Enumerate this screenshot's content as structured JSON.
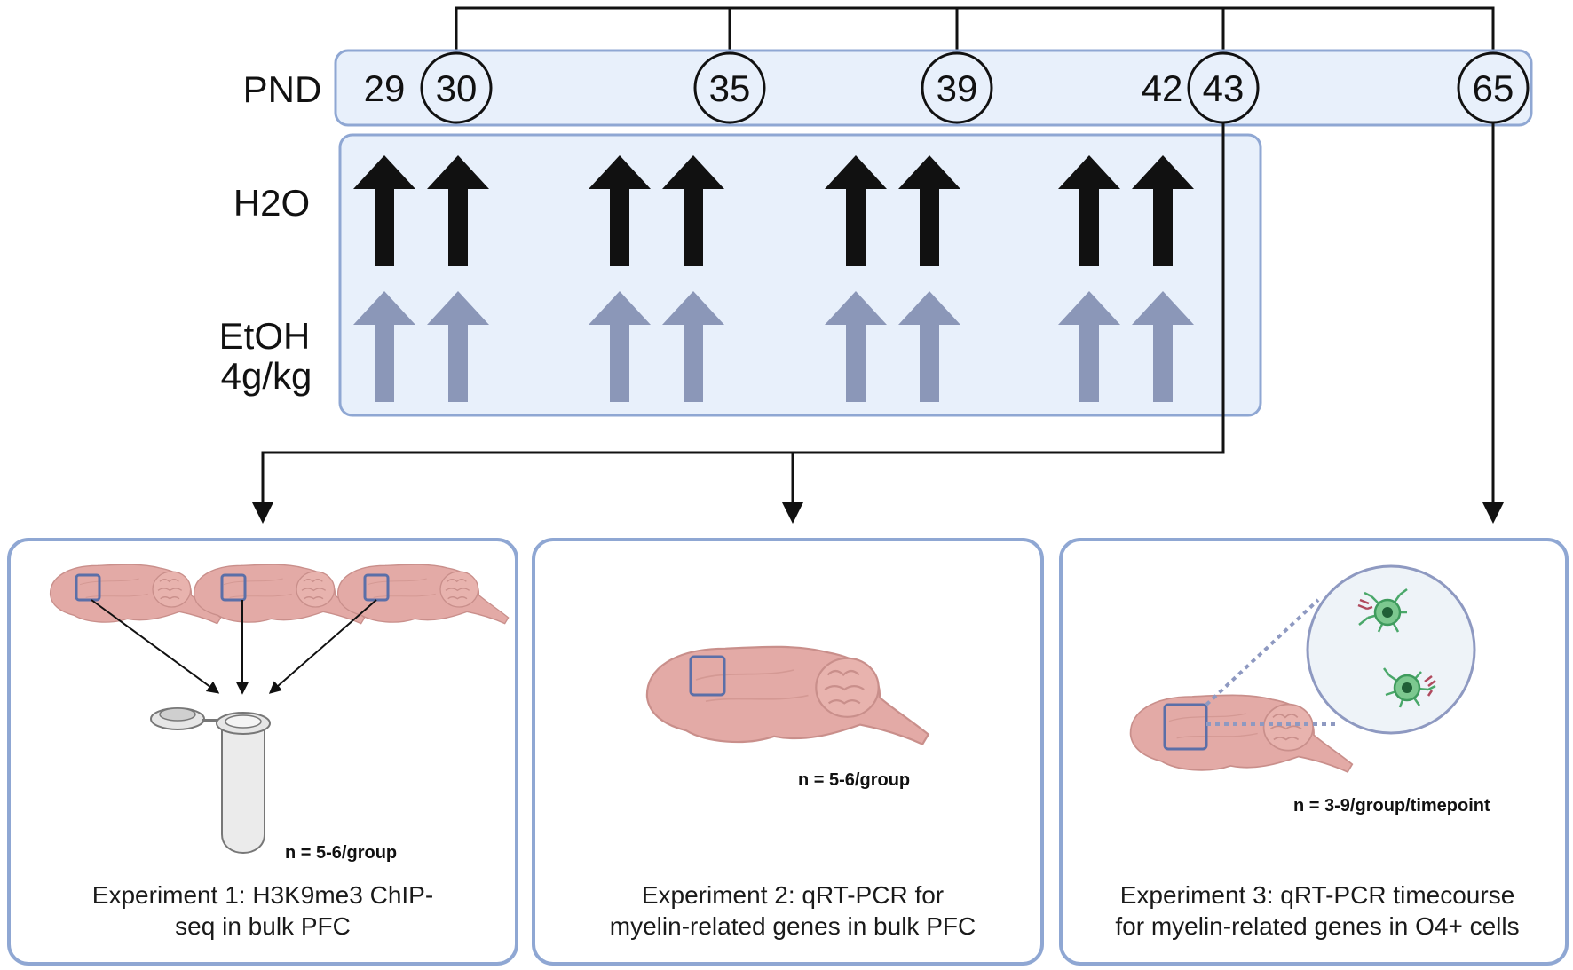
{
  "row_labels": {
    "pnd": "PND",
    "h2o": "H2O",
    "etoh_line1": "EtOH",
    "etoh_line2": "4g/kg"
  },
  "days": {
    "d29": "29",
    "d30": "30",
    "d35": "35",
    "d39": "39",
    "d42": "42",
    "d43": "43",
    "d65": "65"
  },
  "experiments": [
    {
      "n_label": "n = 5-6/group",
      "caption_line1": "Experiment 1: H3K9me3 ChIP-",
      "caption_line2": "seq in bulk PFC"
    },
    {
      "n_label": "n = 5-6/group",
      "caption_line1": "Experiment 2: qRT-PCR for",
      "caption_line2": "myelin-related genes in bulk PFC"
    },
    {
      "n_label": "n = 3-9/group/timepoint",
      "caption_line1": "Experiment 3: qRT-PCR timecourse",
      "caption_line2": "for myelin-related genes in O4+ cells"
    }
  ],
  "colors": {
    "panel_fill": "#e8f0fb",
    "panel_stroke": "#8fa7d3",
    "h2o_arrow": "#111111",
    "etoh_arrow": "#8b97b8",
    "brain_fill": "#e3aaa6",
    "brain_stroke": "#c98f8b",
    "roi_box": "#5b6fa8",
    "cell_fill": "#3f9b5d"
  }
}
